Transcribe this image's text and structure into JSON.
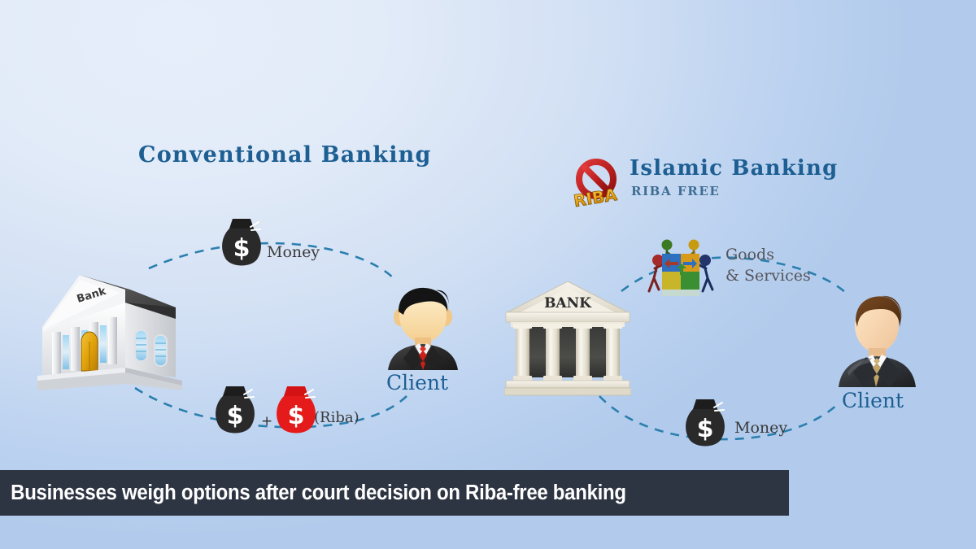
{
  "image": {
    "kind": "infographic-diagram",
    "subject": "Conventional banking versus Islamic (Riba-free) banking money flows"
  },
  "background": {
    "gradient_from": "#e7eefb",
    "gradient_to": "#b2cbec"
  },
  "panels": {
    "left": {
      "title": "Conventional Banking",
      "title_color": "#1d5f92",
      "bank": {
        "name": "bank-building-isometric",
        "sign_text": "Bank",
        "roof_color": "#4a4a4a",
        "door_color": "#e0a008"
      },
      "client": {
        "name": "client-avatar-male-black-hair",
        "label": "Client",
        "tie_color": "#d42a22",
        "suit_color": "#2b2b2b"
      },
      "flow_top": {
        "icon": "money-bag-black",
        "symbol": "$",
        "label": "Money"
      },
      "flow_bottom": {
        "icon_a": "money-bag-black",
        "symbol_a": "$",
        "operator": "+",
        "icon_b": "money-bag-red",
        "symbol_b": "$",
        "label": "(Riba)",
        "riba_bag_color": "#e51b1b"
      }
    },
    "right": {
      "title": "Islamic Banking",
      "subtitle": "RIBA FREE",
      "badge": {
        "name": "riba-prohibited-icon",
        "text": "RIBA",
        "ring_color": "#c62828",
        "text_color": "#e8a317"
      },
      "bank": {
        "name": "bank-building-classical",
        "sign_text": "BANK",
        "column_count": 4,
        "stone_color": "#e8e4d8"
      },
      "client": {
        "name": "client-avatar-male-brown-hair",
        "label": "Client",
        "tie_color": "#c0a46a",
        "suit_color": "#33363b"
      },
      "flow_top": {
        "icon": "goods-and-services-puzzle-icon",
        "label_line1": "Goods",
        "label_line2": "& Services"
      },
      "flow_bottom": {
        "icon": "money-bag-black",
        "symbol": "$",
        "label": "Money"
      }
    }
  },
  "connectors": {
    "style": "dashed-curve",
    "color": "#2b7fae",
    "count": 4
  },
  "caption": {
    "text": "Businesses weigh options after court decision on Riba-free banking",
    "background": "#2d3442",
    "text_color": "#ffffff"
  }
}
